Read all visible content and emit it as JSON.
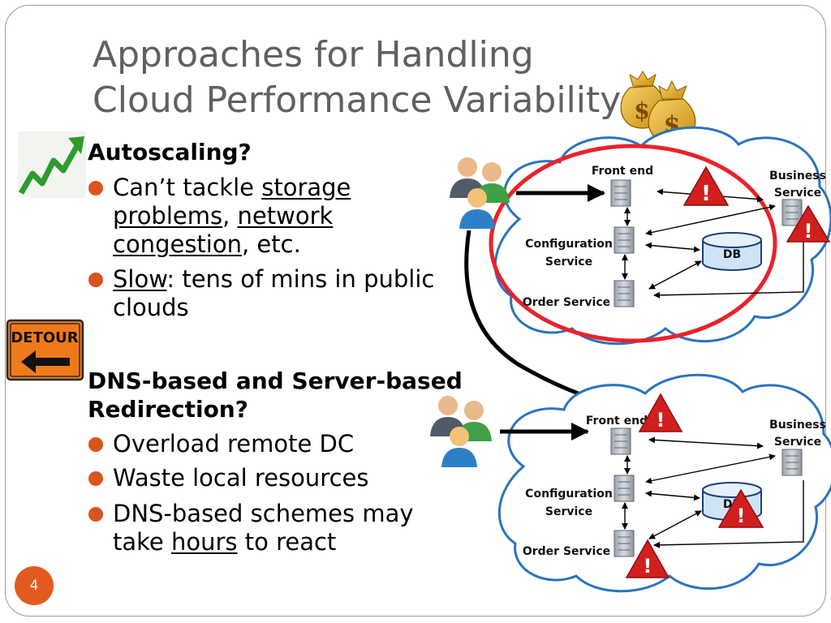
{
  "title": {
    "line1": "Approaches for Handling",
    "line2": "Cloud Performance Variability"
  },
  "section1": {
    "heading": "Autoscaling?",
    "bullet1": {
      "pre": "Can’t tackle ",
      "u1": "storage",
      "u2": "problems",
      "mid": ", ",
      "u3": "network",
      "u4": "congestion",
      "post": ", etc."
    },
    "bullet2": {
      "u": "Slow",
      "line1_rest": ": tens of mins in public",
      "line2": "clouds"
    }
  },
  "section2": {
    "heading_line1": "DNS-based and Server-based",
    "heading_line2": "Redirection?",
    "bullet1": "Overload remote DC",
    "bullet2": "Waste local resources",
    "bullet3": {
      "line1": "DNS-based schemes may",
      "pre": "take ",
      "u": "hours",
      "post": " to react"
    }
  },
  "detour_sign": "DETOUR",
  "page_number": "4",
  "diagram_top": {
    "front_end": "Front end",
    "business_line1": "Business",
    "business_line2": "Service",
    "config_line1": "Configuration",
    "config_line2": "Service",
    "db": "DB",
    "order": "Order Service"
  },
  "diagram_bottom": {
    "front_end": "Front end",
    "business_line1": "Business",
    "business_line2": "Service",
    "config_line1": "Configuration",
    "config_line2": "Service",
    "db": "DB",
    "order": "Order Service"
  },
  "colors": {
    "accent": "#d9541e",
    "cloud_stroke": "#2a73c0",
    "highlight_ring": "#e8232a",
    "warning": "#d11f1f"
  }
}
